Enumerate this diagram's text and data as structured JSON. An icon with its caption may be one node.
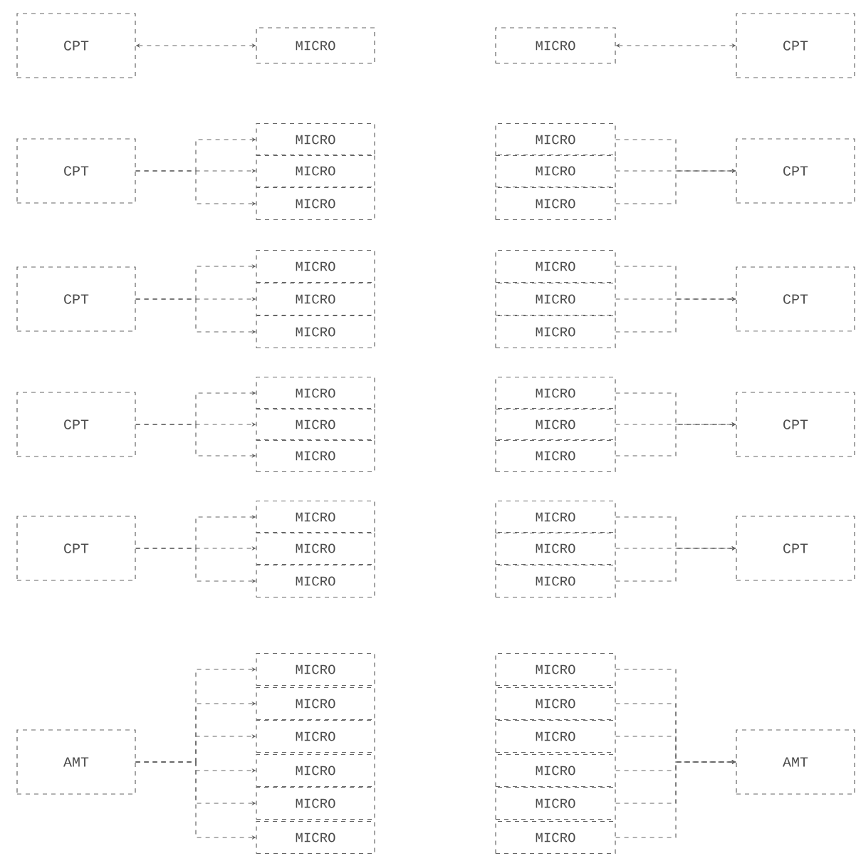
{
  "diagram": {
    "nodes": [
      {
        "text": [
          "CPT"
        ]
      },
      {
        "text": [
          "MICRO"
        ]
      },
      {
        "text": [
          "MICRO"
        ]
      },
      {
        "text": [
          "CPT"
        ]
      },
      {
        "text": [
          "CPT"
        ]
      },
      {
        "text": [
          "MICRO"
        ]
      },
      {
        "text": [
          "MICRO"
        ]
      },
      {
        "text": [
          "MICRO"
        ]
      },
      {
        "text": [
          "MICRO"
        ]
      },
      {
        "text": [
          "MICRO"
        ]
      },
      {
        "text": [
          "MICRO"
        ]
      },
      {
        "text": [
          "CPT"
        ]
      },
      {
        "text": [
          "CPT"
        ]
      },
      {
        "text": [
          "MICRO"
        ]
      },
      {
        "text": [
          "MICRO"
        ]
      },
      {
        "text": [
          "MICRO"
        ]
      },
      {
        "text": [
          "MICRO"
        ]
      },
      {
        "text": [
          "MICRO"
        ]
      },
      {
        "text": [
          "MICRO"
        ]
      },
      {
        "text": [
          "CPT"
        ]
      },
      {
        "text": [
          "CPT"
        ]
      },
      {
        "text": [
          "MICRO"
        ]
      },
      {
        "text": [
          "MICRO"
        ]
      },
      {
        "text": [
          "MICRO"
        ]
      },
      {
        "text": [
          "MICRO"
        ]
      },
      {
        "text": [
          "MICRO"
        ]
      },
      {
        "text": [
          "MICRO"
        ]
      },
      {
        "text": [
          "CPT"
        ]
      },
      {
        "text": [
          "CPT"
        ]
      },
      {
        "text": [
          "MICRO"
        ]
      },
      {
        "text": [
          "MICRO"
        ]
      },
      {
        "text": [
          "MICRO"
        ]
      },
      {
        "text": [
          "MICRO"
        ]
      },
      {
        "text": [
          "MICRO"
        ]
      },
      {
        "text": [
          "MICRO"
        ]
      },
      {
        "text": [
          "CPT"
        ]
      },
      {
        "text": [
          "AMT"
        ]
      },
      {
        "text": [
          "MICRO"
        ]
      },
      {
        "text": [
          "MICRO"
        ]
      },
      {
        "text": [
          "MICRO"
        ]
      },
      {
        "text": [
          "MICRO"
        ]
      },
      {
        "text": [
          "MICRO"
        ]
      },
      {
        "text": [
          "MICRO"
        ]
      },
      {
        "text": [
          "MICRO"
        ]
      },
      {
        "text": [
          "MICRO"
        ]
      },
      {
        "text": [
          "MICRO"
        ]
      },
      {
        "text": [
          "MICRO"
        ]
      },
      {
        "text": [
          "MICRO"
        ]
      },
      {
        "text": [
          "MICRO"
        ]
      },
      {
        "text": [
          "AMT"
        ]
      }
    ],
    "edges": [
      {
        "from": 0,
        "to": 1,
        "arrow": "both",
        "style": "dashed"
      },
      {
        "from": 2,
        "to": 3,
        "arrow": "both",
        "style": "dashed"
      },
      {
        "from": 4,
        "to": 5,
        "arrow": "to",
        "style": "dashed"
      },
      {
        "from": 4,
        "to": 6,
        "arrow": "to",
        "style": "dashed"
      },
      {
        "from": 4,
        "to": 7,
        "arrow": "to",
        "style": "dashed"
      },
      {
        "from": 8,
        "to": 11,
        "arrow": "to",
        "style": "dashed"
      },
      {
        "from": 9,
        "to": 11,
        "arrow": "to",
        "style": "dashed"
      },
      {
        "from": 10,
        "to": 11,
        "arrow": "to",
        "style": "dashed"
      },
      {
        "from": 12,
        "to": 13,
        "arrow": "to",
        "style": "dashed"
      },
      {
        "from": 12,
        "to": 14,
        "arrow": "to",
        "style": "dashed"
      },
      {
        "from": 12,
        "to": 15,
        "arrow": "to",
        "style": "dashed"
      },
      {
        "from": 16,
        "to": 19,
        "arrow": "to",
        "style": "dashed"
      },
      {
        "from": 17,
        "to": 19,
        "arrow": "to",
        "style": "dashed"
      },
      {
        "from": 18,
        "to": 19,
        "arrow": "to",
        "style": "dashed"
      },
      {
        "from": 20,
        "to": 21,
        "arrow": "to",
        "style": "dashed"
      },
      {
        "from": 20,
        "to": 22,
        "arrow": "to",
        "style": "dashed"
      },
      {
        "from": 20,
        "to": 23,
        "arrow": "to",
        "style": "dashed"
      },
      {
        "from": 24,
        "to": 27,
        "arrow": "to",
        "style": "dashed"
      },
      {
        "from": 25,
        "to": 27,
        "arrow": "to",
        "style": "dashed"
      },
      {
        "from": 26,
        "to": 27,
        "arrow": "to",
        "style": "dashed"
      },
      {
        "from": 28,
        "to": 29,
        "arrow": "to",
        "style": "dashed"
      },
      {
        "from": 28,
        "to": 30,
        "arrow": "to",
        "style": "dashed"
      },
      {
        "from": 28,
        "to": 31,
        "arrow": "to",
        "style": "dashed"
      },
      {
        "from": 32,
        "to": 35,
        "arrow": "to",
        "style": "dashed"
      },
      {
        "from": 33,
        "to": 35,
        "arrow": "to",
        "style": "dashed"
      },
      {
        "from": 34,
        "to": 35,
        "arrow": "to",
        "style": "dashed"
      },
      {
        "from": 36,
        "to": 37,
        "arrow": "to",
        "style": "dashed"
      },
      {
        "from": 36,
        "to": 38,
        "arrow": "to",
        "style": "dashed"
      },
      {
        "from": 36,
        "to": 39,
        "arrow": "to",
        "style": "dashed"
      },
      {
        "from": 36,
        "to": 40,
        "arrow": "to",
        "style": "dashed"
      },
      {
        "from": 36,
        "to": 41,
        "arrow": "to",
        "style": "dashed"
      },
      {
        "from": 36,
        "to": 42,
        "arrow": "to",
        "style": "dashed"
      },
      {
        "from": 43,
        "to": 49,
        "arrow": "to",
        "style": "dashed"
      },
      {
        "from": 44,
        "to": 49,
        "arrow": "to",
        "style": "dashed"
      },
      {
        "from": 45,
        "to": 49,
        "arrow": "to",
        "style": "dashed"
      },
      {
        "from": 46,
        "to": 49,
        "arrow": "to",
        "style": "dashed"
      },
      {
        "from": 47,
        "to": 49,
        "arrow": "to",
        "style": "dashed"
      },
      {
        "from": 48,
        "to": 49,
        "arrow": "to",
        "style": "dashed"
      }
    ]
  }
}
